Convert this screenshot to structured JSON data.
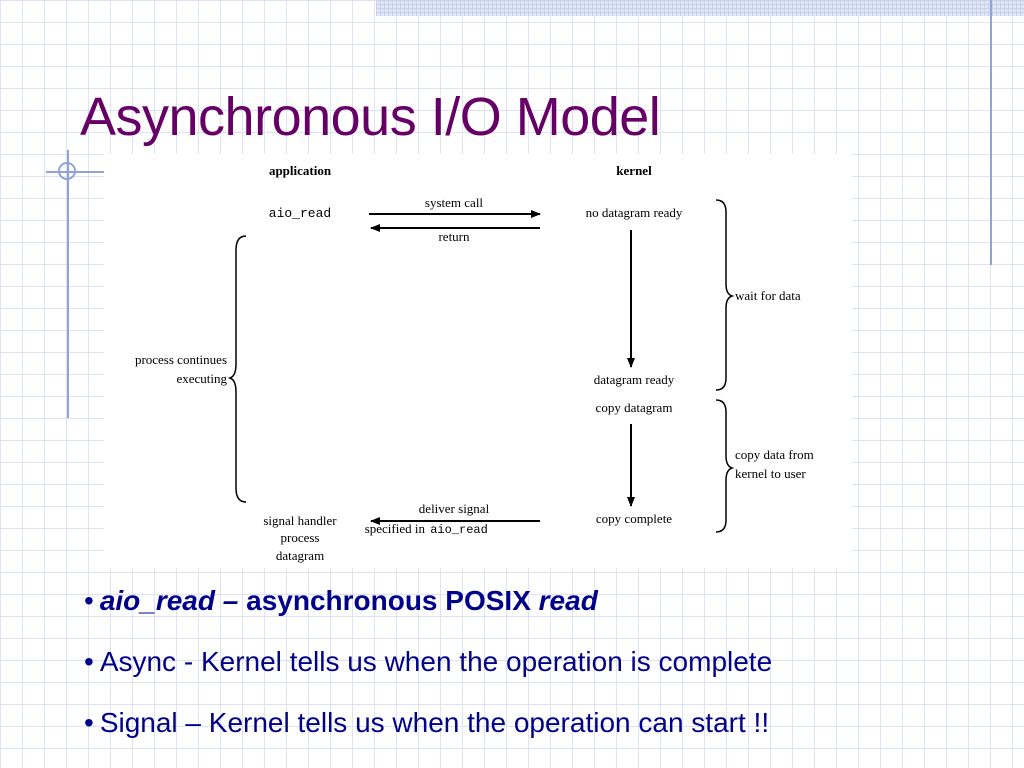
{
  "slide": {
    "title": "Asynchronous I/O Model"
  },
  "diagram": {
    "application_header": "application",
    "kernel_header": "kernel",
    "aio_read_call": "aio_read",
    "system_call_label": "system call",
    "return_label": "return",
    "no_datagram_ready": "no datagram ready",
    "wait_for_data": "wait for data",
    "process_continues_line1": "process continues",
    "process_continues_line2": "executing",
    "datagram_ready": "datagram ready",
    "copy_datagram": "copy datagram",
    "copy_data_line1": "copy data from",
    "copy_data_line2": "kernel to user",
    "deliver_signal": "deliver signal",
    "specified_in": "specified in",
    "specified_in_code": "aio_read",
    "copy_complete": "copy complete",
    "signal_handler_line1": "signal handler",
    "signal_handler_line2": "process",
    "signal_handler_line3": "datagram"
  },
  "bullets": {
    "b1_italic_bold": "aio_read –",
    "b1_bold": "asynchronous POSIX",
    "b1_italic_bold_end": "read",
    "b2": "Async - Kernel tells us when the operation is complete",
    "b3": "Signal – Kernel tells us when the operation can start !!"
  },
  "colors": {
    "title": "#660066",
    "bullet_text": "#00008b",
    "grid": "#dde3f2",
    "decoration": "#8fa3d6"
  }
}
